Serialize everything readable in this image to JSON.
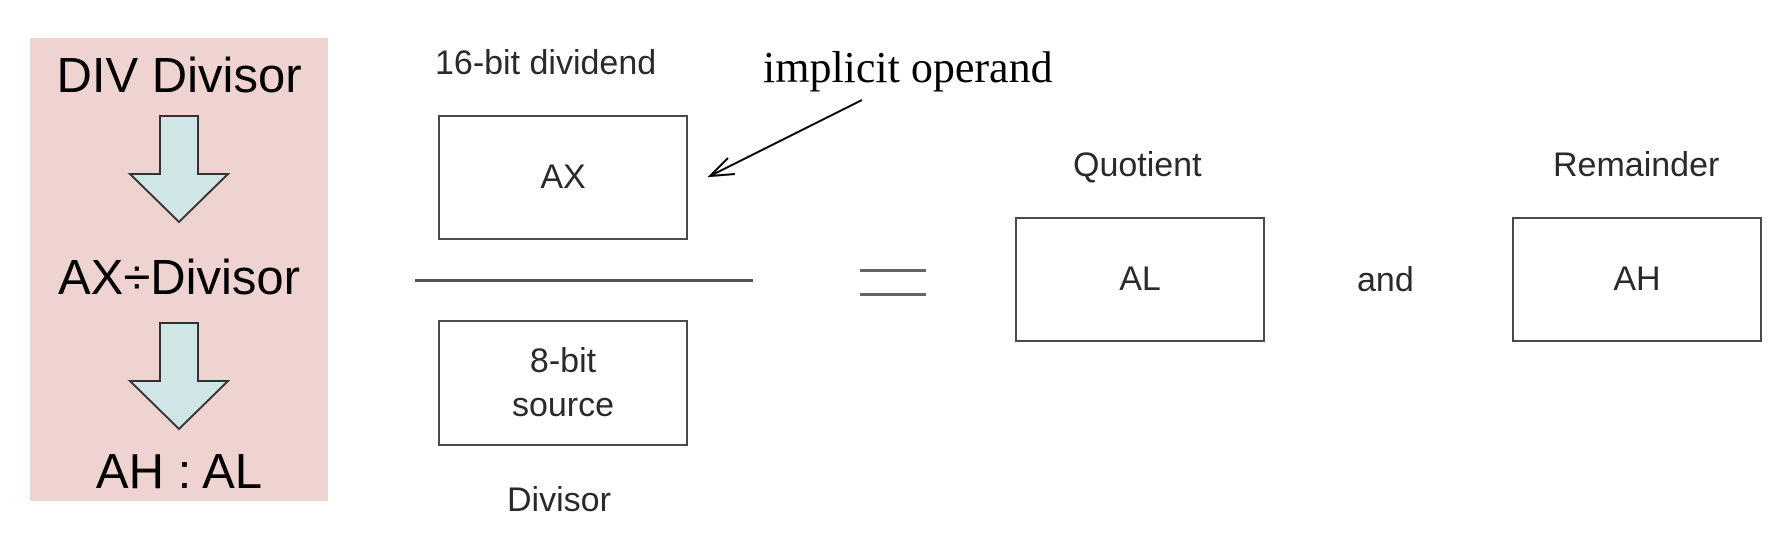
{
  "left_panel": {
    "line1": "DIV  Divisor",
    "line2": "AX÷Divisor",
    "line3": "AH : AL",
    "arrow_fill": "#cfe5e6",
    "background": "#efd3d1"
  },
  "diagram": {
    "dividend_caption": "16-bit dividend",
    "dividend_box": "AX",
    "annotation": "implicit operand",
    "divisor_box": "8-bit\nsource",
    "divisor_caption": "Divisor",
    "quotient_caption": "Quotient",
    "quotient_box": "AL",
    "connector": "and",
    "remainder_caption": "Remainder",
    "remainder_box": "AH"
  }
}
